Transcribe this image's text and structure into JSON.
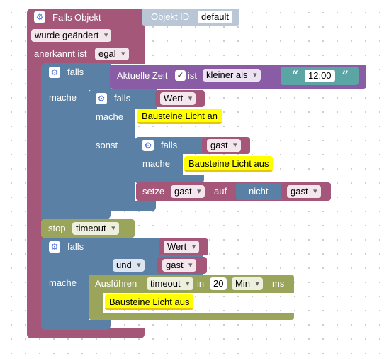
{
  "trigger": {
    "title": "Falls Objekt",
    "object_id_label": "Objekt ID",
    "object_id_value": "default",
    "changed_option": "wurde geändert",
    "ack_label": "anerkannt ist",
    "ack_option": "egal"
  },
  "if_time": {
    "keyword": "falls",
    "do_label": "mache",
    "time_label": "Aktuelle Zeit",
    "checkbox": "✓",
    "is_label": "ist",
    "compare_option": "kleiner als",
    "time_value": "12:00"
  },
  "if_wert": {
    "keyword": "falls",
    "var_option": "Wert",
    "do_label": "mache",
    "comment": "Bausteine Licht an",
    "else_label": "sonst"
  },
  "if_gast": {
    "keyword": "falls",
    "var_option": "gast",
    "do_label": "mache",
    "comment": "Bausteine Licht aus"
  },
  "set_gast": {
    "set_label": "setze",
    "var_option": "gast",
    "to_label": "auf",
    "not_label": "nicht",
    "value_option": "gast"
  },
  "stop_block": {
    "label": "stop",
    "option": "timeout"
  },
  "if_wert_and_gast": {
    "keyword": "falls",
    "var1_option": "Wert",
    "and_option": "und",
    "var2_option": "gast",
    "do_label": "mache"
  },
  "timeout_block": {
    "label": "Ausführen",
    "name_option": "timeout",
    "in_label": "in",
    "delay_value": "20",
    "unit_option": "Min",
    "ms_label": "ms",
    "comment": "Bausteine Licht aus"
  },
  "colors": {
    "event_block": "#a5577a",
    "logic_block": "#5b80a5",
    "time_block": "#8a5ca6",
    "timeout_block": "#9aa55b",
    "text_block": "#5ba5a5",
    "comment_bg": "#ffff00"
  }
}
